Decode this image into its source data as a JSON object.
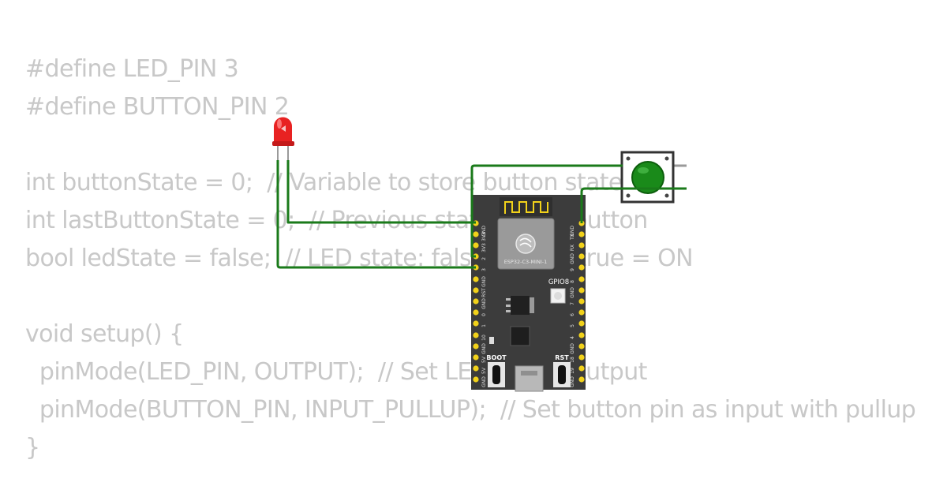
{
  "code_lines": [
    "#define LED_PIN 3",
    "#define BUTTON_PIN 2",
    "",
    "int buttonState = 0;  // Variable to store button state",
    "int lastButtonState = 0;  // Previous state of the button",
    "bool ledState = false;  // LED state: false = OFF, true = ON",
    "",
    "void setup() {",
    "  pinMode(LED_PIN, OUTPUT);  // Set LED pin as output",
    "  pinMode(BUTTON_PIN, INPUT_PULLUP);  // Set button pin as input with pullup",
    "}"
  ],
  "board": {
    "module_label": "ESP32-C3-MINI-1",
    "gpio_label": "GPIO8",
    "boot_label": "BOOT",
    "rst_label": "RST",
    "left_pins": [
      "GND",
      "3V3",
      "3V3",
      "2",
      "3",
      "GND",
      "RST",
      "GND",
      "0",
      "1",
      "10",
      "GND",
      "5V",
      "5V",
      "GND"
    ],
    "right_pins": [
      "GND",
      "TX",
      "RX",
      "GND",
      "9",
      "8",
      "GND",
      "7",
      "6",
      "5",
      "4",
      "GND",
      "18",
      "19",
      "GND"
    ]
  },
  "colors": {
    "wire": "#1a7a1a",
    "board": "#3c3c3c",
    "led": "#e82222",
    "button_cap": "#1a8a1a",
    "pin_header": "#f2d21a"
  }
}
